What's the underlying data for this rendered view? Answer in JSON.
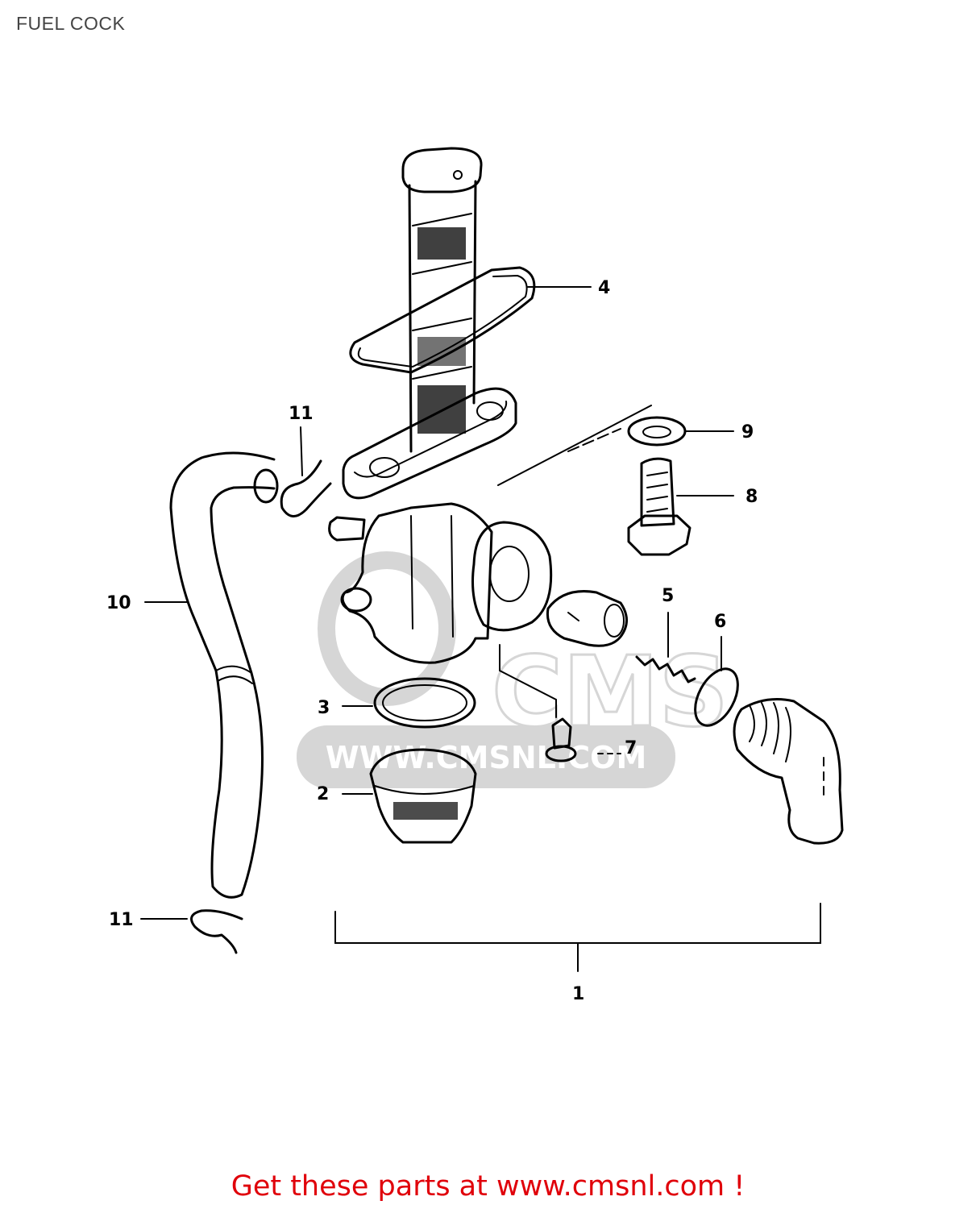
{
  "page": {
    "title": "FUEL COCK",
    "footer_cta": "Get these parts at www.cmsnl.com !"
  },
  "watermark": {
    "logo_text": "CMS",
    "url_text": "WWW.CMSNL.COM"
  },
  "callouts": [
    {
      "label": "4",
      "part": "o-ring-gasket"
    },
    {
      "label": "9",
      "part": "washer"
    },
    {
      "label": "8",
      "part": "bolt"
    },
    {
      "label": "11",
      "part": "hose-clip-top"
    },
    {
      "label": "10",
      "part": "fuel-hose"
    },
    {
      "label": "5",
      "part": "spring"
    },
    {
      "label": "6",
      "part": "o-ring-small"
    },
    {
      "label": "3",
      "part": "o-ring-large"
    },
    {
      "label": "7",
      "part": "screw"
    },
    {
      "label": "2",
      "part": "cup"
    },
    {
      "label": "11",
      "part": "hose-clip-bottom"
    },
    {
      "label": "1",
      "part": "fuel-cock-assembly"
    }
  ],
  "colors": {
    "line": "#000000",
    "cta": "#e0000a",
    "watermark": "#d4d4d4"
  }
}
